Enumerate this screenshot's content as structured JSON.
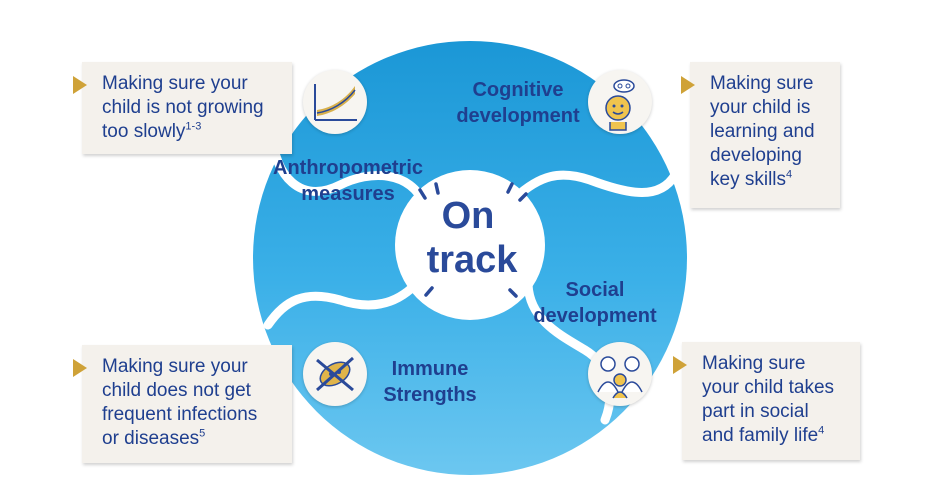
{
  "center": {
    "line1": "On",
    "line2": "track"
  },
  "segments": {
    "cognitive": {
      "line1": "Cognitive",
      "line2": "development",
      "icon": "thinking-child-icon"
    },
    "anthropometric": {
      "line1": "Anthropometric",
      "line2": "measures",
      "icon": "growth-chart-icon"
    },
    "social": {
      "line1": "Social",
      "line2": "development",
      "icon": "family-icon"
    },
    "immune": {
      "line1": "Immune",
      "line2": "Strengths",
      "icon": "crossed-out-germ-icon"
    }
  },
  "notes": {
    "top_left": {
      "text": "Making sure your\nchild is not growing\ntoo slowly",
      "sup": "1-3"
    },
    "top_right": {
      "text": "Making sure\nyour child is\nlearning and\ndeveloping\nkey skills",
      "sup": "4"
    },
    "bottom_left": {
      "text": "Making sure your\nchild does not get\nfrequent infections\nor diseases",
      "sup": "5"
    },
    "bottom_right": {
      "text": "Making sure\nyour child takes\npart in social\nand family life",
      "sup": "4"
    }
  },
  "colors": {
    "blue_light": "#58c0ee",
    "blue_dark": "#1b9ad7",
    "text_navy": "#1f3f8f",
    "accent_gold": "#cfa238",
    "note_bg": "#f4f1ec"
  }
}
